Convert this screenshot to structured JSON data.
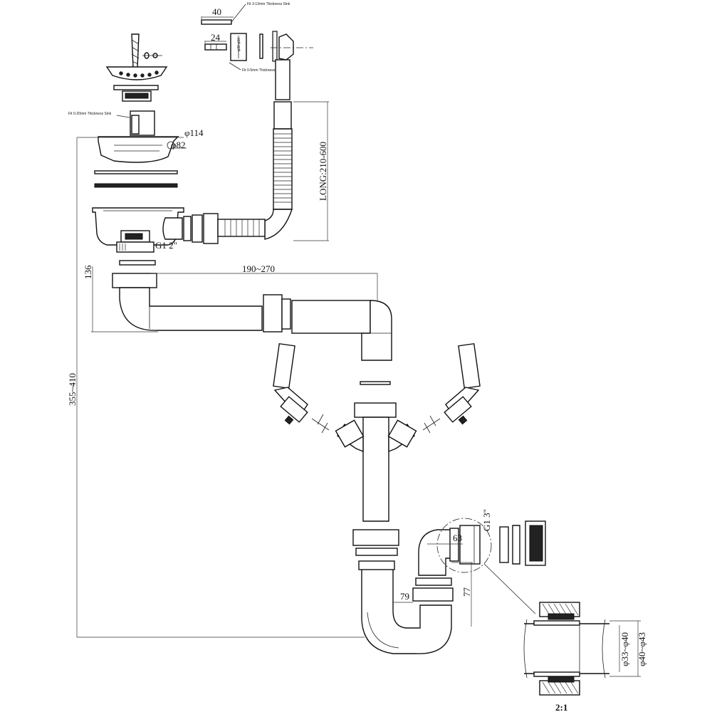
{
  "dimensions": {
    "washer_length_top": "40",
    "bolt_length": "24",
    "strainer_outer_dia": "φ114",
    "strainer_inner_dia": "φ82",
    "hose_length": "LONG:210-600",
    "drain_thread": "G1 2\"",
    "height_to_trap": "136",
    "horizontal_run": "190~270",
    "total_height": "355~410",
    "outlet_thread": "G1 3\"",
    "trap_inlet_width": "63",
    "trap_width": "79",
    "trap_height": "77",
    "detail_inner_dia": "φ33~φ40",
    "detail_outer_dia": "φ40~φ43",
    "detail_scale": "2:1"
  },
  "notes": {
    "fit_top": "Fit 3-13mm Thickness Sink",
    "fit_mid": "Fit 0-5mm Thickness Sink",
    "fit_strainer": "Fit 0-20mm Thickness Sink"
  },
  "colors": {
    "line": "#111111",
    "background": "#ffffff"
  }
}
